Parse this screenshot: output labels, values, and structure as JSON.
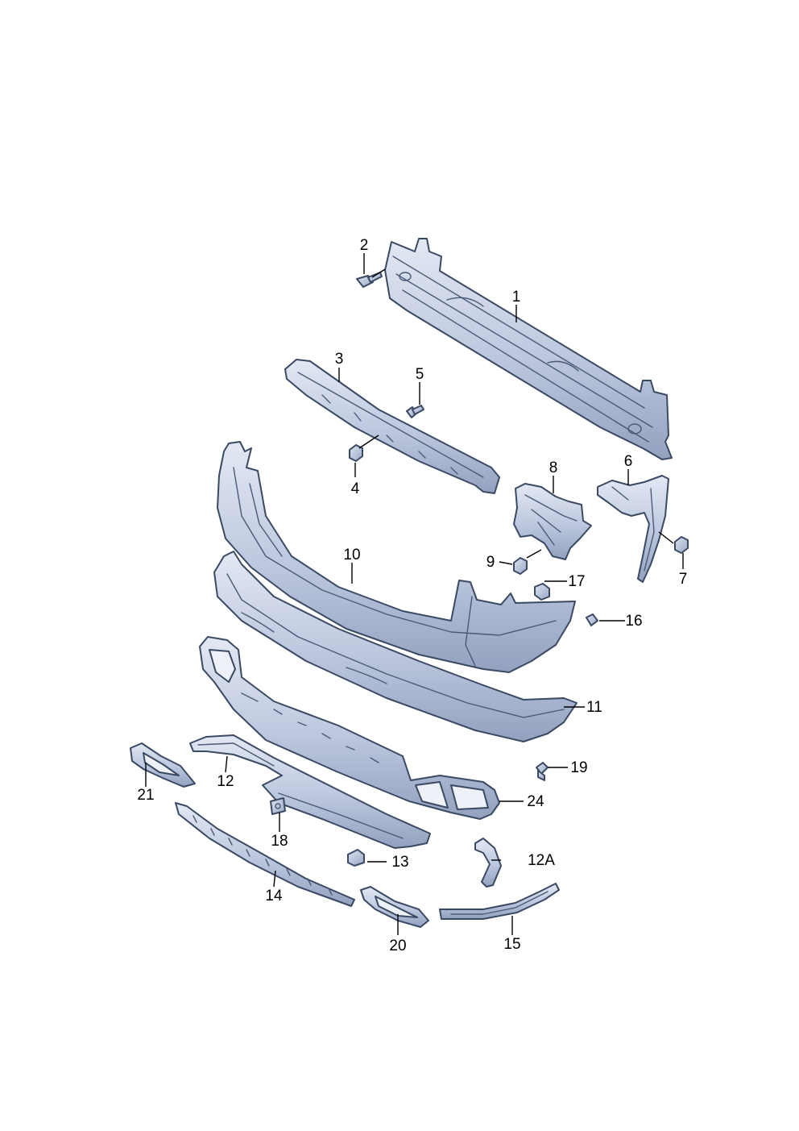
{
  "colors": {
    "part_fill_light": "#d9e0ef",
    "part_fill_mid": "#b7c3dc",
    "part_fill_dark": "#8e9cbb",
    "outline": "#3a4a63"
  },
  "callouts": {
    "c1": "1",
    "c2": "2",
    "c3": "3",
    "c4": "4",
    "c5": "5",
    "c6": "6",
    "c7": "7",
    "c8": "8",
    "c9": "9",
    "c10": "10",
    "c11": "11",
    "c12": "12",
    "c12a": "12A",
    "c13": "13",
    "c14": "14",
    "c15": "15",
    "c16": "16",
    "c17": "17",
    "c18": "18",
    "c19": "19",
    "c20": "20",
    "c21": "21",
    "c24": "24"
  }
}
